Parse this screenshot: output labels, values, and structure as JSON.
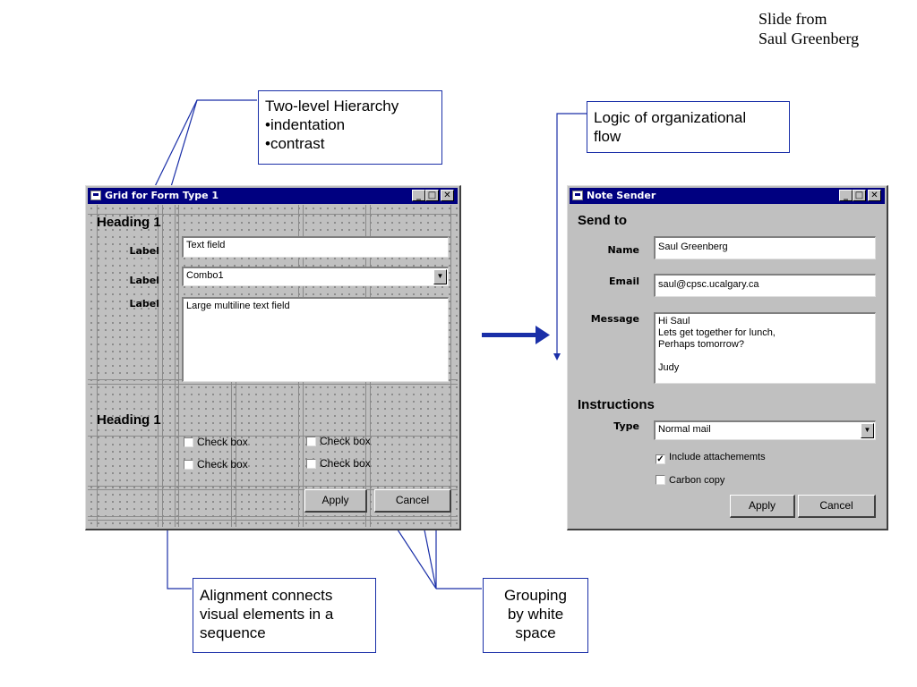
{
  "credit": {
    "line1": "Slide from",
    "line2": "Saul Greenberg"
  },
  "callouts": {
    "hierarchy": {
      "title": "Two-level Hierarchy",
      "bullet1": "•indentation",
      "bullet2": "•contrast"
    },
    "logic": {
      "line1": "Logic of organizational",
      "line2": "flow"
    },
    "alignment": {
      "line1": "Alignment connects",
      "line2": "visual elements in a",
      "line3": "sequence"
    },
    "grouping": {
      "line1": "Grouping",
      "line2": "by white",
      "line3": "space"
    }
  },
  "grid_window": {
    "title": "Grid for Form Type 1",
    "heading_top": "Heading 1",
    "heading_bottom": "Heading 1",
    "label1": "Label",
    "label2": "Label",
    "label3": "Label",
    "text_field": "Text field",
    "combo": "Combo1",
    "multiline": "Large multiline text field",
    "checkbox_a1": "Check box",
    "checkbox_a2": "Check box",
    "checkbox_b1": "Check box",
    "checkbox_b2": "Check box",
    "apply": "Apply",
    "cancel": "Cancel"
  },
  "note_window": {
    "title": "Note Sender",
    "send_to": "Send to",
    "name_label": "Name",
    "name_value": "Saul Greenberg",
    "email_label": "Email",
    "email_value": "saul@cpsc.ucalgary.ca",
    "message_label": "Message",
    "message_lines": [
      "Hi Saul",
      "Lets get together for lunch,",
      "Perhaps tomorrow?",
      "",
      "Judy"
    ],
    "instructions": "Instructions",
    "type_label": "Type",
    "type_value": "Normal mail",
    "include_attachments": "Include attachememts",
    "include_checked": true,
    "carbon_copy": "Carbon copy",
    "carbon_checked": false,
    "apply": "Apply",
    "cancel": "Cancel"
  },
  "colors": {
    "accent": "#1a2fa8",
    "titlebar": "#000080",
    "window_face": "#c0c0c0"
  }
}
